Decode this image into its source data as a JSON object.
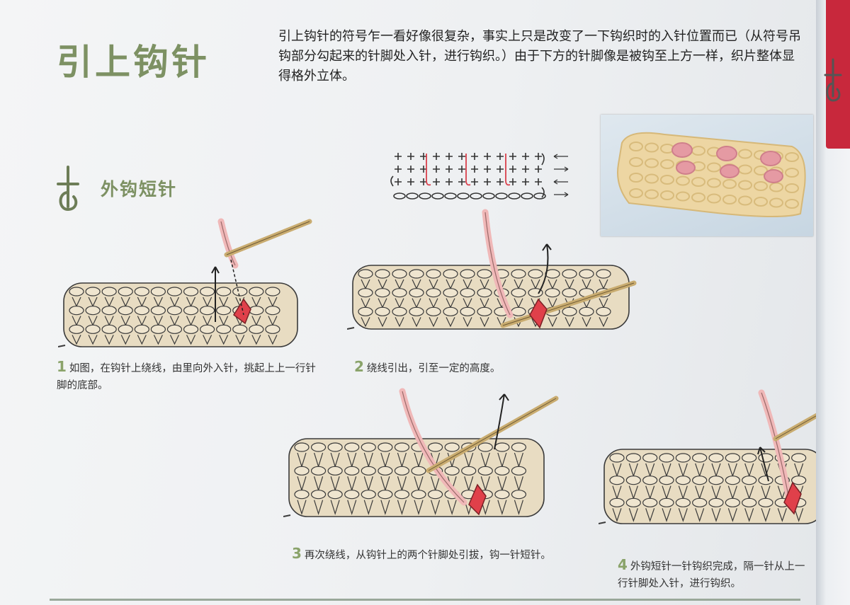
{
  "title": "引上钩针",
  "intro": "引上钩针的符号乍一看好像很复杂，事实上只是改变了一下钩织时的入针位置而已（从符号吊钩部分勾起来的针脚处入针，进行钩织。）由于下方的针脚像是被钩至上方一样，织片整体显得格外立体。",
  "section": {
    "symbol": "front-post-sc-icon",
    "title": "外钩短针"
  },
  "steps": [
    {
      "number": "1",
      "text": "如图，在钩针上绕线，由里向外入针，挑起上上一行针脚的底部。"
    },
    {
      "number": "2",
      "text": "绕线引出，引至一定的高度。"
    },
    {
      "number": "3",
      "text": "再次绕线，从钩针上的两个针脚处引拔，钩一针短针。"
    },
    {
      "number": "4",
      "text": "外钩短针一针钩织完成，隔一针从上一行针脚处入针，进行钩织。"
    }
  ],
  "colors": {
    "accent": "#7d9163",
    "yarn": "#e8dcc2",
    "working_yarn": "#f0b8b8",
    "highlight": "#e0404a",
    "cover": "#c8283c"
  }
}
